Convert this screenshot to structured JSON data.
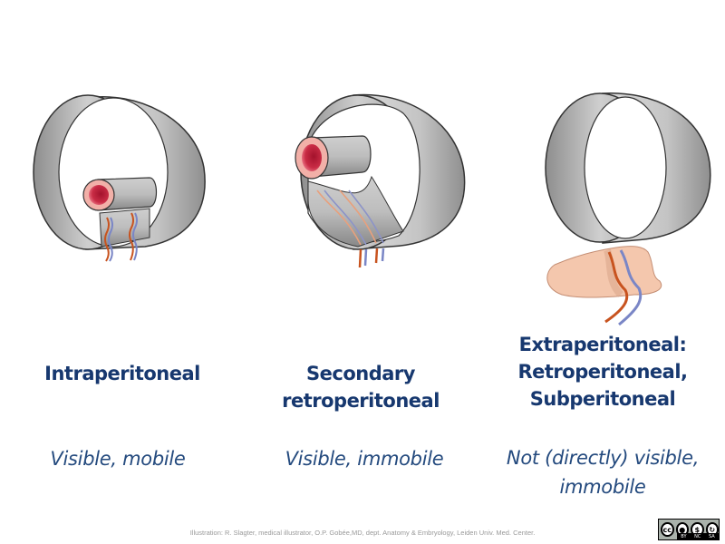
{
  "columns": [
    {
      "title_lines": [
        "Intraperitoneal"
      ],
      "description_lines": [
        "Visible,  mobile"
      ],
      "illustration": "intraperitoneal-organ-diagram"
    },
    {
      "title_lines": [
        "Secondary",
        "retroperitoneal"
      ],
      "description_lines": [
        "Visible,  immobile"
      ],
      "illustration": "secondary-retroperitoneal-organ-diagram"
    },
    {
      "title_lines": [
        "Extraperitoneal:",
        "Retroperitoneal,",
        "Subperitoneal"
      ],
      "description_lines": [
        "Not (directly) visible,",
        "immobile"
      ],
      "illustration": "extraperitoneal-organ-diagram"
    }
  ],
  "credit": "Illustration: R. Slagter, medical illustrator, O.P. Gobée,MD, dept. Anatomy & Embryology, Leiden Univ. Med. Center.",
  "license": {
    "icon": "creative-commons-by-nc-sa",
    "cc": "cc",
    "by": "BY",
    "nc": "NC",
    "sa": "SA"
  },
  "colors": {
    "title": "#17386f",
    "description": "#244a7e",
    "peritoneum_gray": "#b9b9b9",
    "vessel_artery": "#c8531f",
    "vessel_vein": "#7a86c6",
    "lumen": "#b8213a",
    "tissue": "#f4c7ad"
  }
}
